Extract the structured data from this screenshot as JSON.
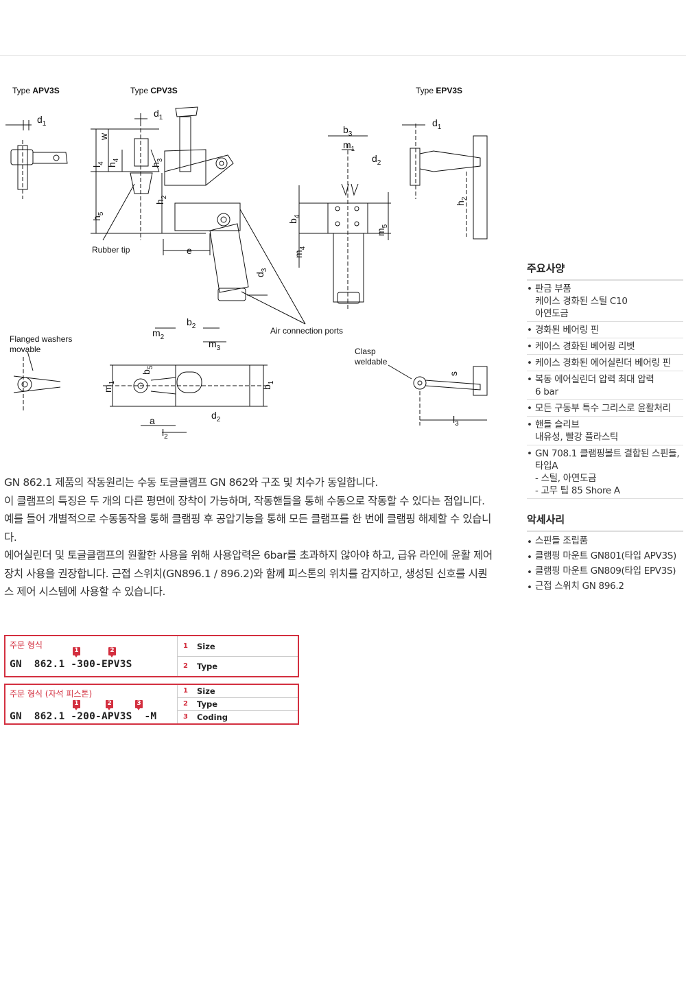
{
  "drawing": {
    "type_apv": {
      "prefix": "Type ",
      "name": "APV3S"
    },
    "type_cpv": {
      "prefix": "Type ",
      "name": "CPV3S"
    },
    "type_epv": {
      "prefix": "Type ",
      "name": "EPV3S"
    },
    "rubber_tip": "Rubber tip",
    "air_ports": "Air connection ports",
    "flanged_1": "Flanged washers",
    "flanged_2": "movable",
    "clasp_1": "Clasp",
    "clasp_2": "weldable"
  },
  "description": [
    "GN 862.1 제품의 작동원리는 수동 토글클램프 GN 862와 구조 및 치수가 동일합니다.",
    "이 클램프의 특징은 두 개의 다른 평면에 장착이 가능하며, 작동핸들을 통해 수동으로 작동할 수 있다는 점입니다. 예를 들어 개별적으로 수동동작을 통해 클램핑 후 공압기능을 통해 모든 클램프를 한 번에 클램핑 해제할 수 있습니다.",
    "에어실린더 및 토글클램프의 원활한 사용을 위해 사용압력은 6bar를 초과하지 않아야 하고, 급유 라인에 윤활 제어장치 사용을 권장합니다. 근접 스위치(GN896.1 / 896.2)와 함께 피스톤의 위치를 감지하고, 생성된 신호를 시퀀스 제어 시스템에 사용할 수 있습니다."
  ],
  "specs": {
    "heading": "주요사양",
    "items": [
      {
        "lines": [
          "판금 부품",
          "케이스 경화된 스틸 C10",
          "아연도금"
        ]
      },
      {
        "lines": [
          "경화된 베어링 핀"
        ]
      },
      {
        "lines": [
          "케이스 경화된 베어링 리벳"
        ]
      },
      {
        "lines": [
          "케이스 경화된 에어실린더 베어링 핀"
        ]
      },
      {
        "lines": [
          "복동 에어실린더 압력 최대 압력",
          "6 bar"
        ]
      },
      {
        "lines": [
          "모든 구동부 특수 그리스로 윤활처리"
        ]
      },
      {
        "lines": [
          "핸들 슬리브",
          "내유성, 빨강 플라스틱"
        ]
      },
      {
        "lines": [
          "GN 708.1 클램핑볼트 결합된 스핀들, 타입A",
          "- 스틸, 아연도금",
          "- 고무 팁 85 Shore A"
        ]
      }
    ]
  },
  "accessories": {
    "heading": "악세사리",
    "items": [
      "스핀들 조립품",
      "클램핑 마운트 GN801(타입 APV3S)",
      "클램핑 마운트 GN809(타입 EPV3S)",
      "근접 스위치 GN 896.2"
    ]
  },
  "order1": {
    "title": "주문 형식",
    "code": "GN  862.1 -300-EPV3S",
    "badges": [
      "1",
      "2"
    ],
    "rows": [
      {
        "n": "1",
        "t": "Size"
      },
      {
        "n": "2",
        "t": "Type"
      }
    ]
  },
  "order2": {
    "title": "주문 형식 (자석 피스톤)",
    "code": "GN  862.1 -200-APV3S  -M",
    "badges": [
      "1",
      "2",
      "3"
    ],
    "rows": [
      {
        "n": "1",
        "t": "Size"
      },
      {
        "n": "2",
        "t": "Type"
      },
      {
        "n": "3",
        "t": "Coding"
      }
    ]
  },
  "colors": {
    "accent": "#d32f3f",
    "rule": "#dddddd"
  }
}
